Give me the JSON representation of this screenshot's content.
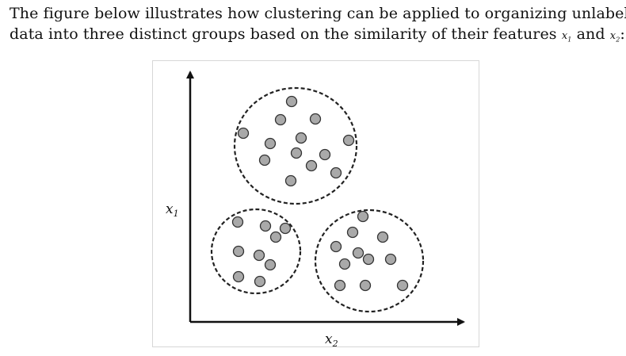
{
  "caption": {
    "line1": "The figure below illustrates how clustering can be applied to organizing unlabeled",
    "line2_prefix": "data into three distinct groups based on the similarity of their features",
    "var1": "x",
    "var1_sub": "1",
    "conjunction": "and",
    "var2": "x",
    "var2_sub": "2",
    "end": ":"
  },
  "diagram": {
    "y_axis_label": "x",
    "y_axis_label_sub": "1",
    "x_axis_label": "x",
    "x_axis_label_sub": "2",
    "point_color": "#a9a9a9",
    "point_stroke": "#333333",
    "cluster_stroke": "#222222",
    "cluster_count": 3
  }
}
